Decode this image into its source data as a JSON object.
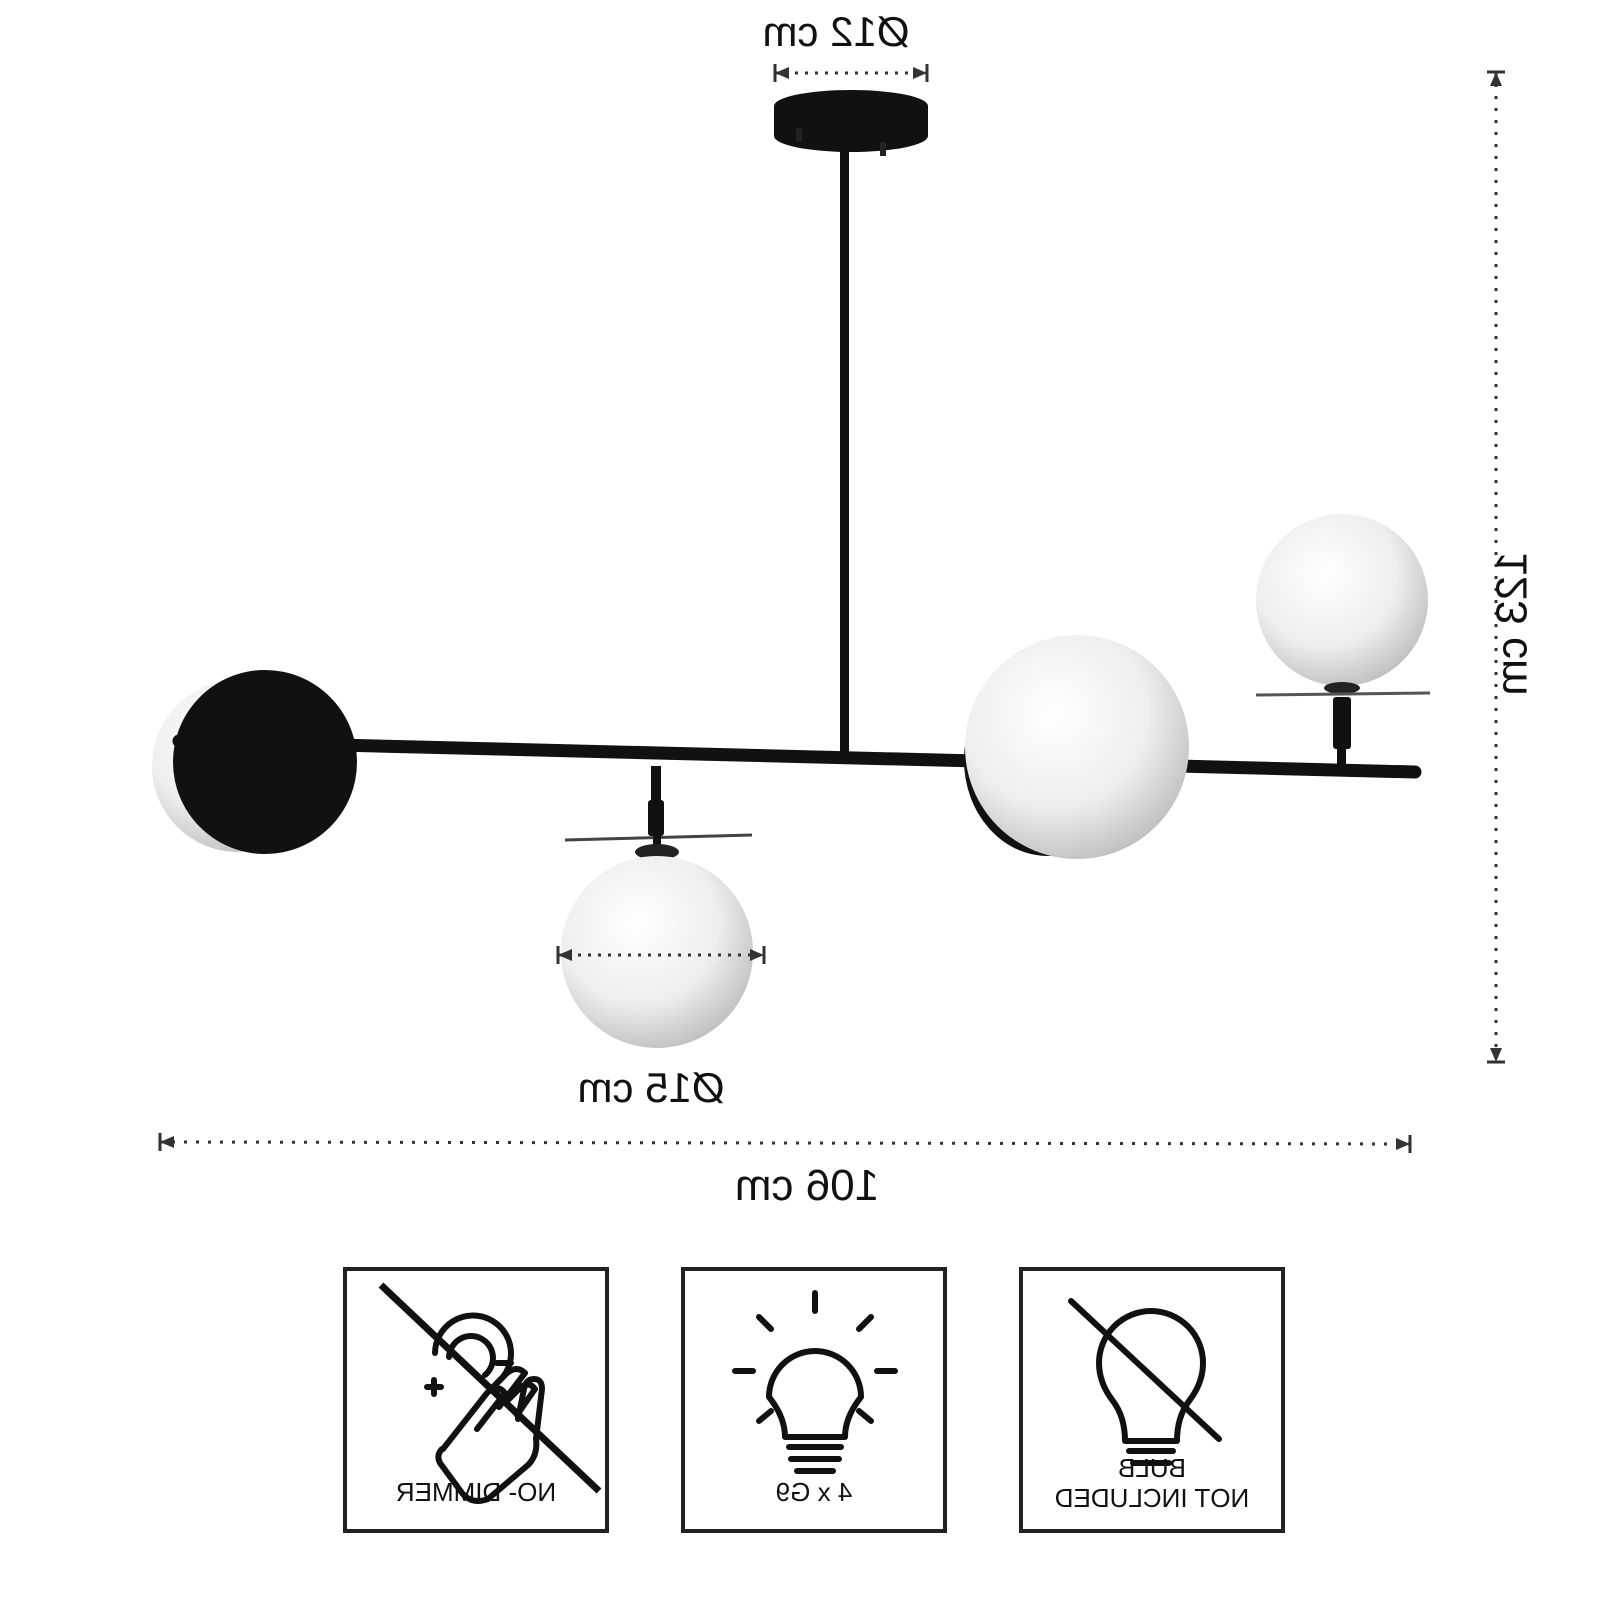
{
  "dimensions": {
    "canopy_diameter": "Ø12 cm",
    "globe_diameter": "Ø15 cm",
    "total_width": "106 cm",
    "total_height": "123 cm"
  },
  "icons": [
    {
      "name": "no-dimmer",
      "label": "NO- DIMMER",
      "icon": "hand-touch-crossed-icon"
    },
    {
      "name": "bulb-count",
      "label": "4 x G9",
      "icon": "light-bulb-icon"
    },
    {
      "name": "bulb-not-included",
      "label_line1": "BULB",
      "label_line2": "NOT INCLUDED",
      "icon": "bulb-crossed-icon"
    }
  ],
  "colors": {
    "metal": "#111111",
    "glass": "#ececec",
    "dim_line": "#333333"
  }
}
